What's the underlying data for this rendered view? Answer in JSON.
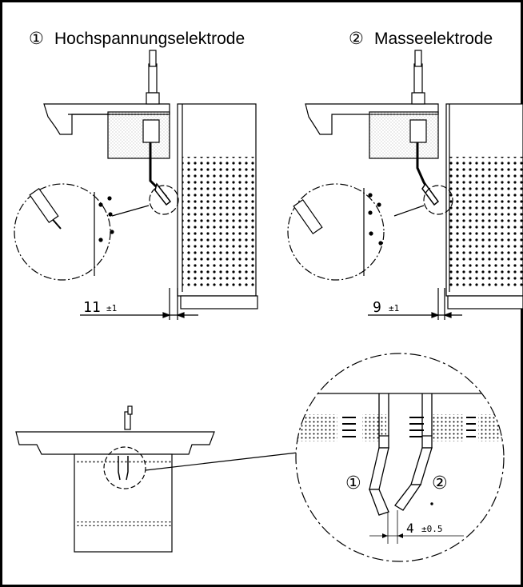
{
  "labels": {
    "left_title_marker": "①",
    "left_title": "Hochspannungselektrode",
    "right_title_marker": "②",
    "right_title": "Masseelektrode"
  },
  "dimensions": {
    "left_value": "11",
    "left_tolerance": "±1",
    "right_value": "9",
    "right_tolerance": "±1",
    "gap_value": "4",
    "gap_tolerance": "±0.5"
  },
  "callouts": {
    "electrode_1": "①",
    "electrode_2": "②"
  }
}
